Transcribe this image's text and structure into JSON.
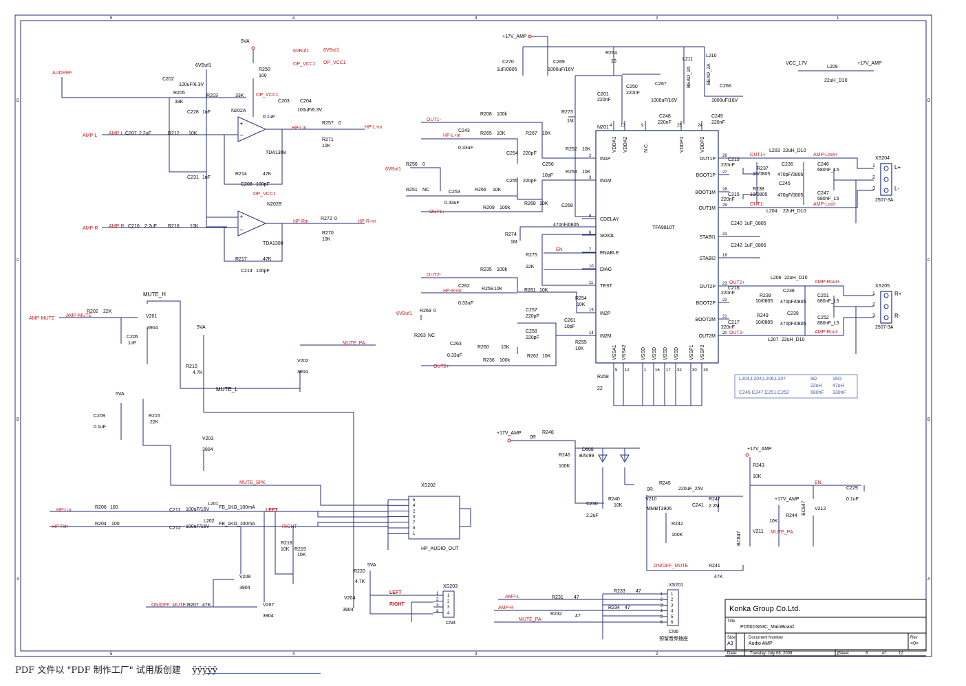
{
  "colors": {
    "wire": "#1f2a7a",
    "net_label": "#d01818",
    "text": "#000000"
  },
  "border": {
    "cols": [
      "5",
      "4",
      "3",
      "2",
      "1"
    ],
    "rows": [
      "D",
      "C",
      "B",
      "A"
    ]
  },
  "title_block": {
    "company": "Konka Group Co.Ltd.",
    "title_label": "Title",
    "title": "PD50DS63C_MainBoard",
    "size_label": "Size",
    "size": "A3",
    "docnum_label": "Document Number",
    "docnum": "Audio AMP",
    "rev_label": "Rev",
    "rev": "<0>",
    "date_label": "Date:",
    "date": "Tuesday, July 08, 2008",
    "sheet_label": "Sheet",
    "sheet": "8",
    "of_label": "of",
    "of": "12"
  },
  "footer": {
    "text": "PDF 文件以 \"PDF 制作工厂\" 试用版创建",
    "link": "ÿÿÿÿÿ"
  },
  "ic": {
    "tfa": {
      "ref": "N201",
      "part": "TFA9810T"
    },
    "opa_a": {
      "ref": "N202A",
      "part": "TDA1308"
    },
    "opa_b": {
      "ref": "N202B",
      "part": "TDA1308"
    }
  },
  "tfa_left_pins": [
    "IN1P",
    "IN1M",
    "CDELAY",
    "SO/OL",
    "ENABLE",
    "DIAG",
    "TEST",
    "IN2P",
    "IN2M"
  ],
  "tfa_left_nums": [
    "2",
    "3",
    "8",
    "6",
    "7",
    "10",
    "11",
    "15",
    "14"
  ],
  "tfa_right_pins": [
    "OUT1P",
    "BOOT1P",
    "BOOT1M",
    "OUT1M",
    "STABI1",
    "STABI2",
    "OUT2P",
    "BOOT2P",
    "BOOT2M",
    "OUT2M"
  ],
  "tfa_right_nums": [
    "26",
    "27",
    "28",
    "29",
    "31",
    "18",
    "23",
    "22",
    "21",
    "20"
  ],
  "tfa_top_pins": [
    "VDDA1",
    "VDDA2",
    "N.C.",
    "VDDP1",
    "VDDP2"
  ],
  "tfa_top_nums": [
    "4",
    "13",
    "9",
    "25",
    "24"
  ],
  "tfa_bottom_pins": [
    "VSSA1",
    "VSSA2",
    "VSSD",
    "VSSD",
    "VSSD",
    "VSSD",
    "VSSP1",
    "VSSP2"
  ],
  "tfa_bottom_nums": [
    "5",
    "12",
    "1",
    "16",
    "17",
    "32",
    "30",
    "19"
  ],
  "table": {
    "rows": [
      [
        "L203,L204,L206,L207",
        "8Ω",
        "16Ω"
      ],
      [
        "",
        "22uH",
        "47uH"
      ],
      [
        "C246,C247,C251,C252",
        "680nF",
        "330nF"
      ]
    ]
  },
  "connectors": {
    "xs204": {
      "ref": "XS204",
      "part": "2507-3A",
      "lplus": "L+",
      "lminus": "L-"
    },
    "xs205": {
      "ref": "XS205",
      "part": "2507-3A",
      "rplus": "R+",
      "rminus": "R-"
    },
    "xs202": {
      "ref": "XS202",
      "part": "HP_AUDIO_OUT",
      "pins": [
        "5",
        "4",
        "2",
        "3",
        "7",
        "8",
        "1"
      ]
    },
    "xs203": {
      "ref": "XS203",
      "part": "CN4",
      "pins": [
        "1",
        "2",
        "3",
        "4"
      ]
    },
    "xs201": {
      "ref": "XS201",
      "part": "CN6",
      "note": "预留音频插座",
      "pins": [
        "1",
        "2",
        "3",
        "4",
        "5",
        "6"
      ]
    }
  },
  "nets": {
    "audref": "AUDREF",
    "amp_l": "AMP-L",
    "amp_r": "AMP-R",
    "amp_mute": "AMP-MUTE",
    "hp_lin": "HP-Lin",
    "hp_rin": "HP-Rin",
    "hp_l_in": "HP-L+in",
    "hp_r_in": "HP-R+in",
    "vbuf": "6VBuf1",
    "vbuf2": "6VBuf1",
    "op_vcc1": "OP_VCC1",
    "va5": "5VA",
    "p17": "+17V_AMP",
    "vcc17": "VCC_17V",
    "out1p": "OUT1+",
    "out1m": "OUT1-",
    "out2p": "OUT2+",
    "out2m": "OUT2-",
    "en": "EN",
    "amp_lout_p": "AMP-Lout+",
    "amp_lout_m": "AMP-Lout-",
    "amp_rout_p": "AMP-Rout+",
    "amp_rout_m": "AMP-Rout-",
    "mute_h": "MUTE_H",
    "mute_l": "MUTE_L",
    "mute_pa": "MUTE_PA",
    "mute_spk": "MUTE_SPK",
    "onoff_mute": "ON/OFF_MUTE",
    "left": "LEFT",
    "right": "RIGHT"
  },
  "parts": {
    "r250": [
      "R250",
      "100"
    ],
    "c202": [
      "C202",
      "100uF/6.3V"
    ],
    "r205": [
      "R205",
      "33K"
    ],
    "r203": [
      "R203",
      "33K"
    ],
    "c203": [
      "C203",
      "0.1uF"
    ],
    "c204": [
      "C204",
      "100uF/6.3V"
    ],
    "c228": [
      "C228",
      "1uF"
    ],
    "c207": [
      "C207",
      "2.2uF"
    ],
    "r212": [
      "R212",
      "10K"
    ],
    "r257": [
      "R257",
      "0"
    ],
    "r271": [
      "R271",
      "10K"
    ],
    "r214": [
      "R214",
      "47K"
    ],
    "c208": [
      "C208",
      "100pF"
    ],
    "c231": [
      "C231",
      "1uF"
    ],
    "c210": [
      "C210",
      "2.2uF"
    ],
    "r216": [
      "R216",
      "10K"
    ],
    "r272": [
      "R272",
      "0"
    ],
    "r270": [
      "R270",
      "10K"
    ],
    "r217": [
      "R217",
      "47K"
    ],
    "c214": [
      "C214",
      "100pF"
    ],
    "r202": [
      "R202",
      "22K"
    ],
    "v201": [
      "V201",
      "3904"
    ],
    "c205": [
      "C205",
      "1nF"
    ],
    "r210": [
      "R210",
      "4.7K"
    ],
    "v202": [
      "V202",
      "3904"
    ],
    "c209": [
      "C209",
      "0.1uF"
    ],
    "r215": [
      "R215",
      "22K"
    ],
    "v203": [
      "V203",
      "3904"
    ],
    "r206": [
      "R206",
      "100"
    ],
    "r204": [
      "R204",
      "100"
    ],
    "c211": [
      "C211",
      "100uF/16V"
    ],
    "c212": [
      "C212",
      "100uF/16V"
    ],
    "l201": [
      "L201",
      "FB_1KΩ_100mA"
    ],
    "l202": [
      "L202",
      "FB_1KΩ_100mA"
    ],
    "r218": [
      "R218",
      "10K"
    ],
    "r219": [
      "R219",
      "10K"
    ],
    "v208": [
      "V208",
      "3904"
    ],
    "v207": [
      "V207",
      "3904"
    ],
    "r207": [
      "R207",
      "47K"
    ],
    "r220": [
      "R220",
      "4.7K"
    ],
    "v204": [
      "V204",
      "3904"
    ],
    "c270": [
      "C270",
      "1uF/0805"
    ],
    "c269": [
      "C269",
      "1000uF/16V"
    ],
    "r264": [
      "R264",
      "10"
    ],
    "c201": [
      "C201",
      "220nF"
    ],
    "c250": [
      "C250",
      "220nF"
    ],
    "c267": [
      "C267",
      "1000uF/16V"
    ],
    "c248": [
      "C248",
      "220nF"
    ],
    "l211": [
      "L211",
      "BEAD_2A"
    ],
    "l210": [
      "L210",
      "BEAD_2A"
    ],
    "c266": [
      "C266",
      "1000uF/16V"
    ],
    "c249": [
      "C249",
      "220nF"
    ],
    "l209": [
      "L209",
      "22uH_D10"
    ],
    "r208": [
      "R208",
      "100k"
    ],
    "r273": [
      "R273",
      "1M"
    ],
    "c243": [
      "C243",
      "0.33uF"
    ],
    "r265": [
      "R265",
      "10K"
    ],
    "r267": [
      "R267",
      "10K"
    ],
    "c254": [
      "C254",
      "220pF"
    ],
    "r252": [
      "R252",
      "10K"
    ],
    "c256": [
      "C256",
      "10pF"
    ],
    "r253": [
      "R253",
      "10K"
    ],
    "c255": [
      "C255",
      "220pF"
    ],
    "r256": [
      "R256",
      "0"
    ],
    "r251": [
      "R251",
      "NC"
    ],
    "c253": [
      "C253",
      "0.33uF"
    ],
    "r266": [
      "R266",
      "10K"
    ],
    "r268": [
      "R268",
      "10K"
    ],
    "r209": [
      "R209",
      "100k"
    ],
    "c268": [
      "C268",
      "470nF/0805"
    ],
    "r274": [
      "R274",
      "1M"
    ],
    "r275": [
      "R275",
      "22K"
    ],
    "r235": [
      "R235",
      "100k"
    ],
    "c262": [
      "C262",
      "0.33uF"
    ],
    "r259": [
      "R259",
      "10K"
    ],
    "r261": [
      "R261",
      "10K"
    ],
    "c257": [
      "C257",
      "220pF"
    ],
    "r254": [
      "R254",
      "10K"
    ],
    "c261": [
      "C261",
      "10pF"
    ],
    "r269": [
      "R269",
      "0"
    ],
    "r263": [
      "R263",
      "NC"
    ],
    "c258": [
      "C258",
      "220pF"
    ],
    "c263": [
      "C263",
      "0.33uF"
    ],
    "r260": [
      "R260",
      "10K"
    ],
    "r255": [
      "R255",
      "10K"
    ],
    "r262": [
      "R262",
      "10K"
    ],
    "r236": [
      "R236",
      "100k"
    ],
    "r258": [
      "R258",
      "22"
    ],
    "c213": [
      "C213",
      "220nF"
    ],
    "l203": [
      "L203",
      "22uH_D10"
    ],
    "r237": [
      "R237",
      "10/0805"
    ],
    "c236": [
      "C236",
      "470pF/0805"
    ],
    "c246": [
      "C246",
      "680nF_L5"
    ],
    "c215": [
      "C215",
      "220nF"
    ],
    "r238": [
      "R238",
      "10/0805"
    ],
    "c245": [
      "C245",
      "470pF/0805"
    ],
    "c247": [
      "C247",
      "680nF_L5"
    ],
    "l204": [
      "L204",
      "22uH_D10"
    ],
    "c240": [
      "C240",
      "1uF_0805"
    ],
    "c242": [
      "C242",
      "1uF_0805"
    ],
    "l206": [
      "L206",
      "22uH_D10"
    ],
    "c216": [
      "C216",
      "220nF"
    ],
    "r239": [
      "R239",
      "10/0805"
    ],
    "c238": [
      "C238",
      "470pF/0805"
    ],
    "c251": [
      "C251",
      "680nF_L5"
    ],
    "c217": [
      "C217",
      "220nF"
    ],
    "r249": [
      "R249",
      "10/0805"
    ],
    "c239": [
      "C239",
      "470pF/0805"
    ],
    "c252": [
      "C252",
      "680nF_L5"
    ],
    "l207": [
      "L207",
      "22uH_D10"
    ],
    "r248": [
      "R248",
      "0R"
    ],
    "d608": [
      "D608",
      "BAV99"
    ],
    "r246": [
      "R246",
      "100K"
    ],
    "r245": [
      "R245",
      "0R"
    ],
    "c241": [
      "C241",
      "220uF_25V"
    ],
    "r247": [
      "R247",
      "2.2M"
    ],
    "c230": [
      "C230",
      "2.2uF"
    ],
    "r240": [
      "R240",
      "10K"
    ],
    "v210": [
      "V210",
      "MMBT3906"
    ],
    "r242": [
      "R242",
      "100K"
    ],
    "r241": [
      "R241",
      "47K"
    ],
    "r243": [
      "R243",
      "10K"
    ],
    "c229": [
      "C229",
      "0.1uF"
    ],
    "r244": [
      "R244",
      "10K"
    ],
    "v212": [
      "V212",
      "BC847"
    ],
    "v211": [
      "V211",
      "BC847"
    ],
    "r231": [
      "R231",
      "47"
    ],
    "r233": [
      "R233",
      "47"
    ],
    "r234": [
      "R234",
      "47"
    ],
    "r232": [
      "R232",
      "47"
    ]
  }
}
